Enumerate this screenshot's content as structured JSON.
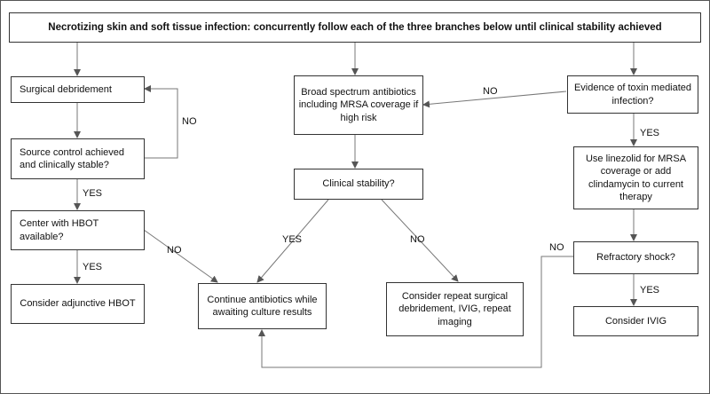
{
  "title": "Necrotizing skin and soft tissue infection: concurrently follow each of the three branches below until clinical stability achieved",
  "nodes": {
    "surgical_debridement": "Surgical debridement",
    "source_control": "Source control achieved and clinically stable?",
    "hbot_center": "Center with HBOT available?",
    "adjunctive_hbot": "Consider adjunctive HBOT",
    "broad_spectrum": "Broad spectrum antibiotics including MRSA coverage if high risk",
    "clinical_stability": "Clinical stability?",
    "continue_antibiotics": "Continue antibiotics while awaiting culture results",
    "repeat_debridement": "Consider repeat surgical debridement, IVIG, repeat imaging",
    "toxin_evidence": "Evidence of toxin mediated infection?",
    "linezolid": "Use linezolid for MRSA coverage or add clindamycin to current therapy",
    "refractory_shock": "Refractory shock?",
    "consider_ivig": "Consider IVIG"
  },
  "edge_labels": {
    "source_no": "NO",
    "source_yes": "YES",
    "hbot_yes": "YES",
    "hbot_no": "NO",
    "stability_yes": "YES",
    "stability_no": "NO",
    "toxin_no": "NO",
    "toxin_yes": "YES",
    "shock_no": "NO",
    "shock_yes": "YES"
  }
}
